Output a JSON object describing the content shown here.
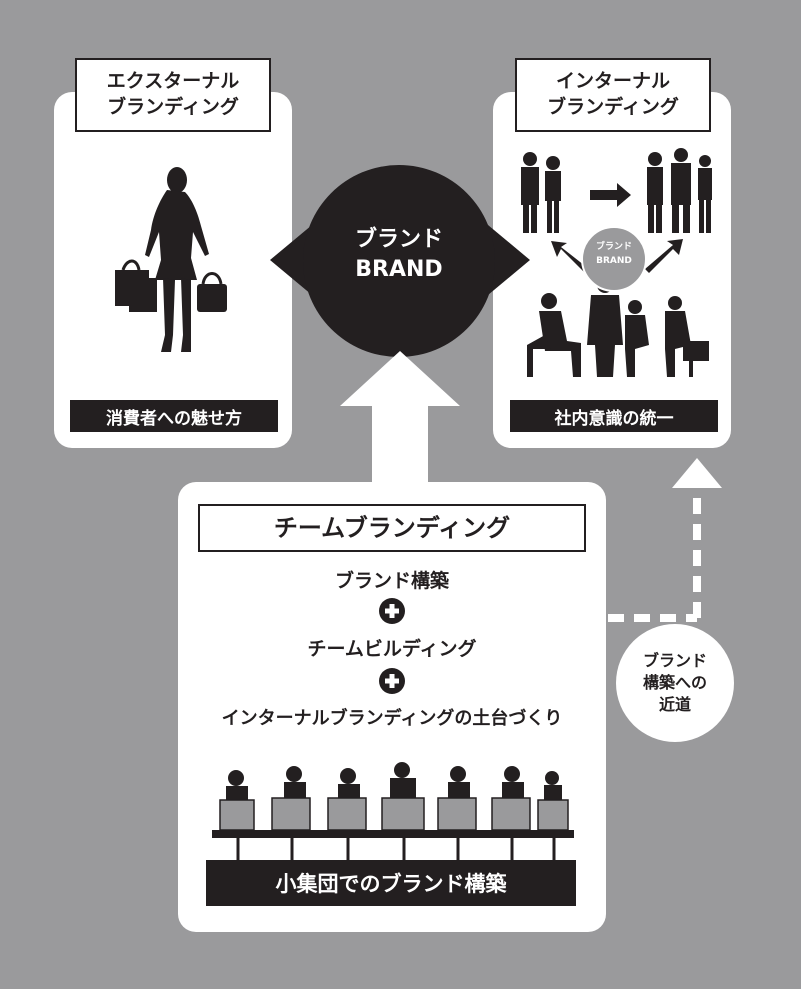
{
  "external": {
    "title": "エクスターナル\nブランディング",
    "label": "消費者への魅せ方"
  },
  "internal": {
    "title": "インターナル\nブランディング",
    "label": "社内意識の統一",
    "small_circle_line1": "ブランド",
    "small_circle_line2": "BRAND"
  },
  "brand": {
    "line1": "ブランド",
    "line2": "BRAND"
  },
  "team": {
    "title": "チームブランディング",
    "item1": "ブランド構築",
    "item2": "チームビルディング",
    "item3": "インターナルブランディングの土台づくり",
    "label": "小集団でのブランド構築"
  },
  "shortcut": {
    "line1": "ブランド",
    "line2": "構築への",
    "line3": "近道"
  },
  "colors": {
    "background": "#9a9a9c",
    "dark": "#231f20",
    "panel": "#ffffff",
    "small_circle": "#9a9a9c"
  }
}
